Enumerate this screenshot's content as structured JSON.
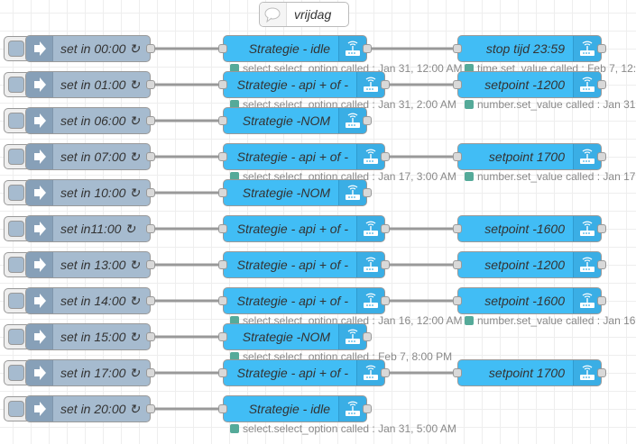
{
  "comment": {
    "label": "vrijdag"
  },
  "colors": {
    "inject": "#a6bbcf",
    "ha": "#41bdf5",
    "wire": "#999999",
    "status_dot": "#55aa99"
  },
  "rows": [
    {
      "inject": "set in 00:00 ↻",
      "strategy": {
        "label": "Strategie - idle",
        "wide": false,
        "status": "select.select_option called : Jan 31, 12:00 AM"
      },
      "target": {
        "label": "stop tijd 23:59",
        "status": "time.set_value called : Feb 7, 12:..."
      }
    },
    {
      "inject": "set in 01:00 ↻",
      "strategy": {
        "label": "Strategie - api + of -",
        "wide": true,
        "status": "select.select_option called : Jan 31, 2:00 AM"
      },
      "target": {
        "label": "setpoint -1200",
        "status": "number.set_value called : Jan 31"
      }
    },
    {
      "inject": "set in 06:00 ↻",
      "strategy": {
        "label": "Strategie -NOM",
        "wide": false,
        "status": null
      },
      "target": null
    },
    {
      "inject": "set in 07:00 ↻",
      "strategy": {
        "label": "Strategie - api + of -",
        "wide": true,
        "status": "select.select_option called : Jan 17, 3:00 AM"
      },
      "target": {
        "label": "setpoint 1700",
        "status": "number.set_value called : Jan 17"
      }
    },
    {
      "inject": "set in 10:00 ↻",
      "strategy": {
        "label": "Strategie -NOM",
        "wide": false,
        "status": null
      },
      "target": null
    },
    {
      "inject": "set in11:00 ↻",
      "strategy": {
        "label": "Strategie - api + of -",
        "wide": true,
        "status": null
      },
      "target": {
        "label": "setpoint -1600",
        "status": null
      }
    },
    {
      "inject": "set in 13:00 ↻",
      "strategy": {
        "label": "Strategie - api + of -",
        "wide": true,
        "status": null
      },
      "target": {
        "label": "setpoint -1200",
        "status": null
      }
    },
    {
      "inject": "set in 14:00 ↻",
      "strategy": {
        "label": "Strategie - api + of -",
        "wide": true,
        "status": "select.select_option called : Jan 16, 12:00 AM"
      },
      "target": {
        "label": "setpoint -1600",
        "status": "number.set_value called : Jan 16"
      }
    },
    {
      "inject": "set in 15:00 ↻",
      "strategy": {
        "label": "Strategie -NOM",
        "wide": false,
        "status": "select.select_option called : Feb 7, 8:00 PM"
      },
      "target": null
    },
    {
      "inject": "set in 17:00 ↻",
      "strategy": {
        "label": "Strategie - api + of -",
        "wide": true,
        "status": null
      },
      "target": {
        "label": "setpoint 1700",
        "status": null
      }
    },
    {
      "inject": "set in 20:00 ↻",
      "strategy": {
        "label": "Strategie - idle",
        "wide": false,
        "status": "select.select_option called : Jan 31, 5:00 AM"
      },
      "target": null
    }
  ]
}
